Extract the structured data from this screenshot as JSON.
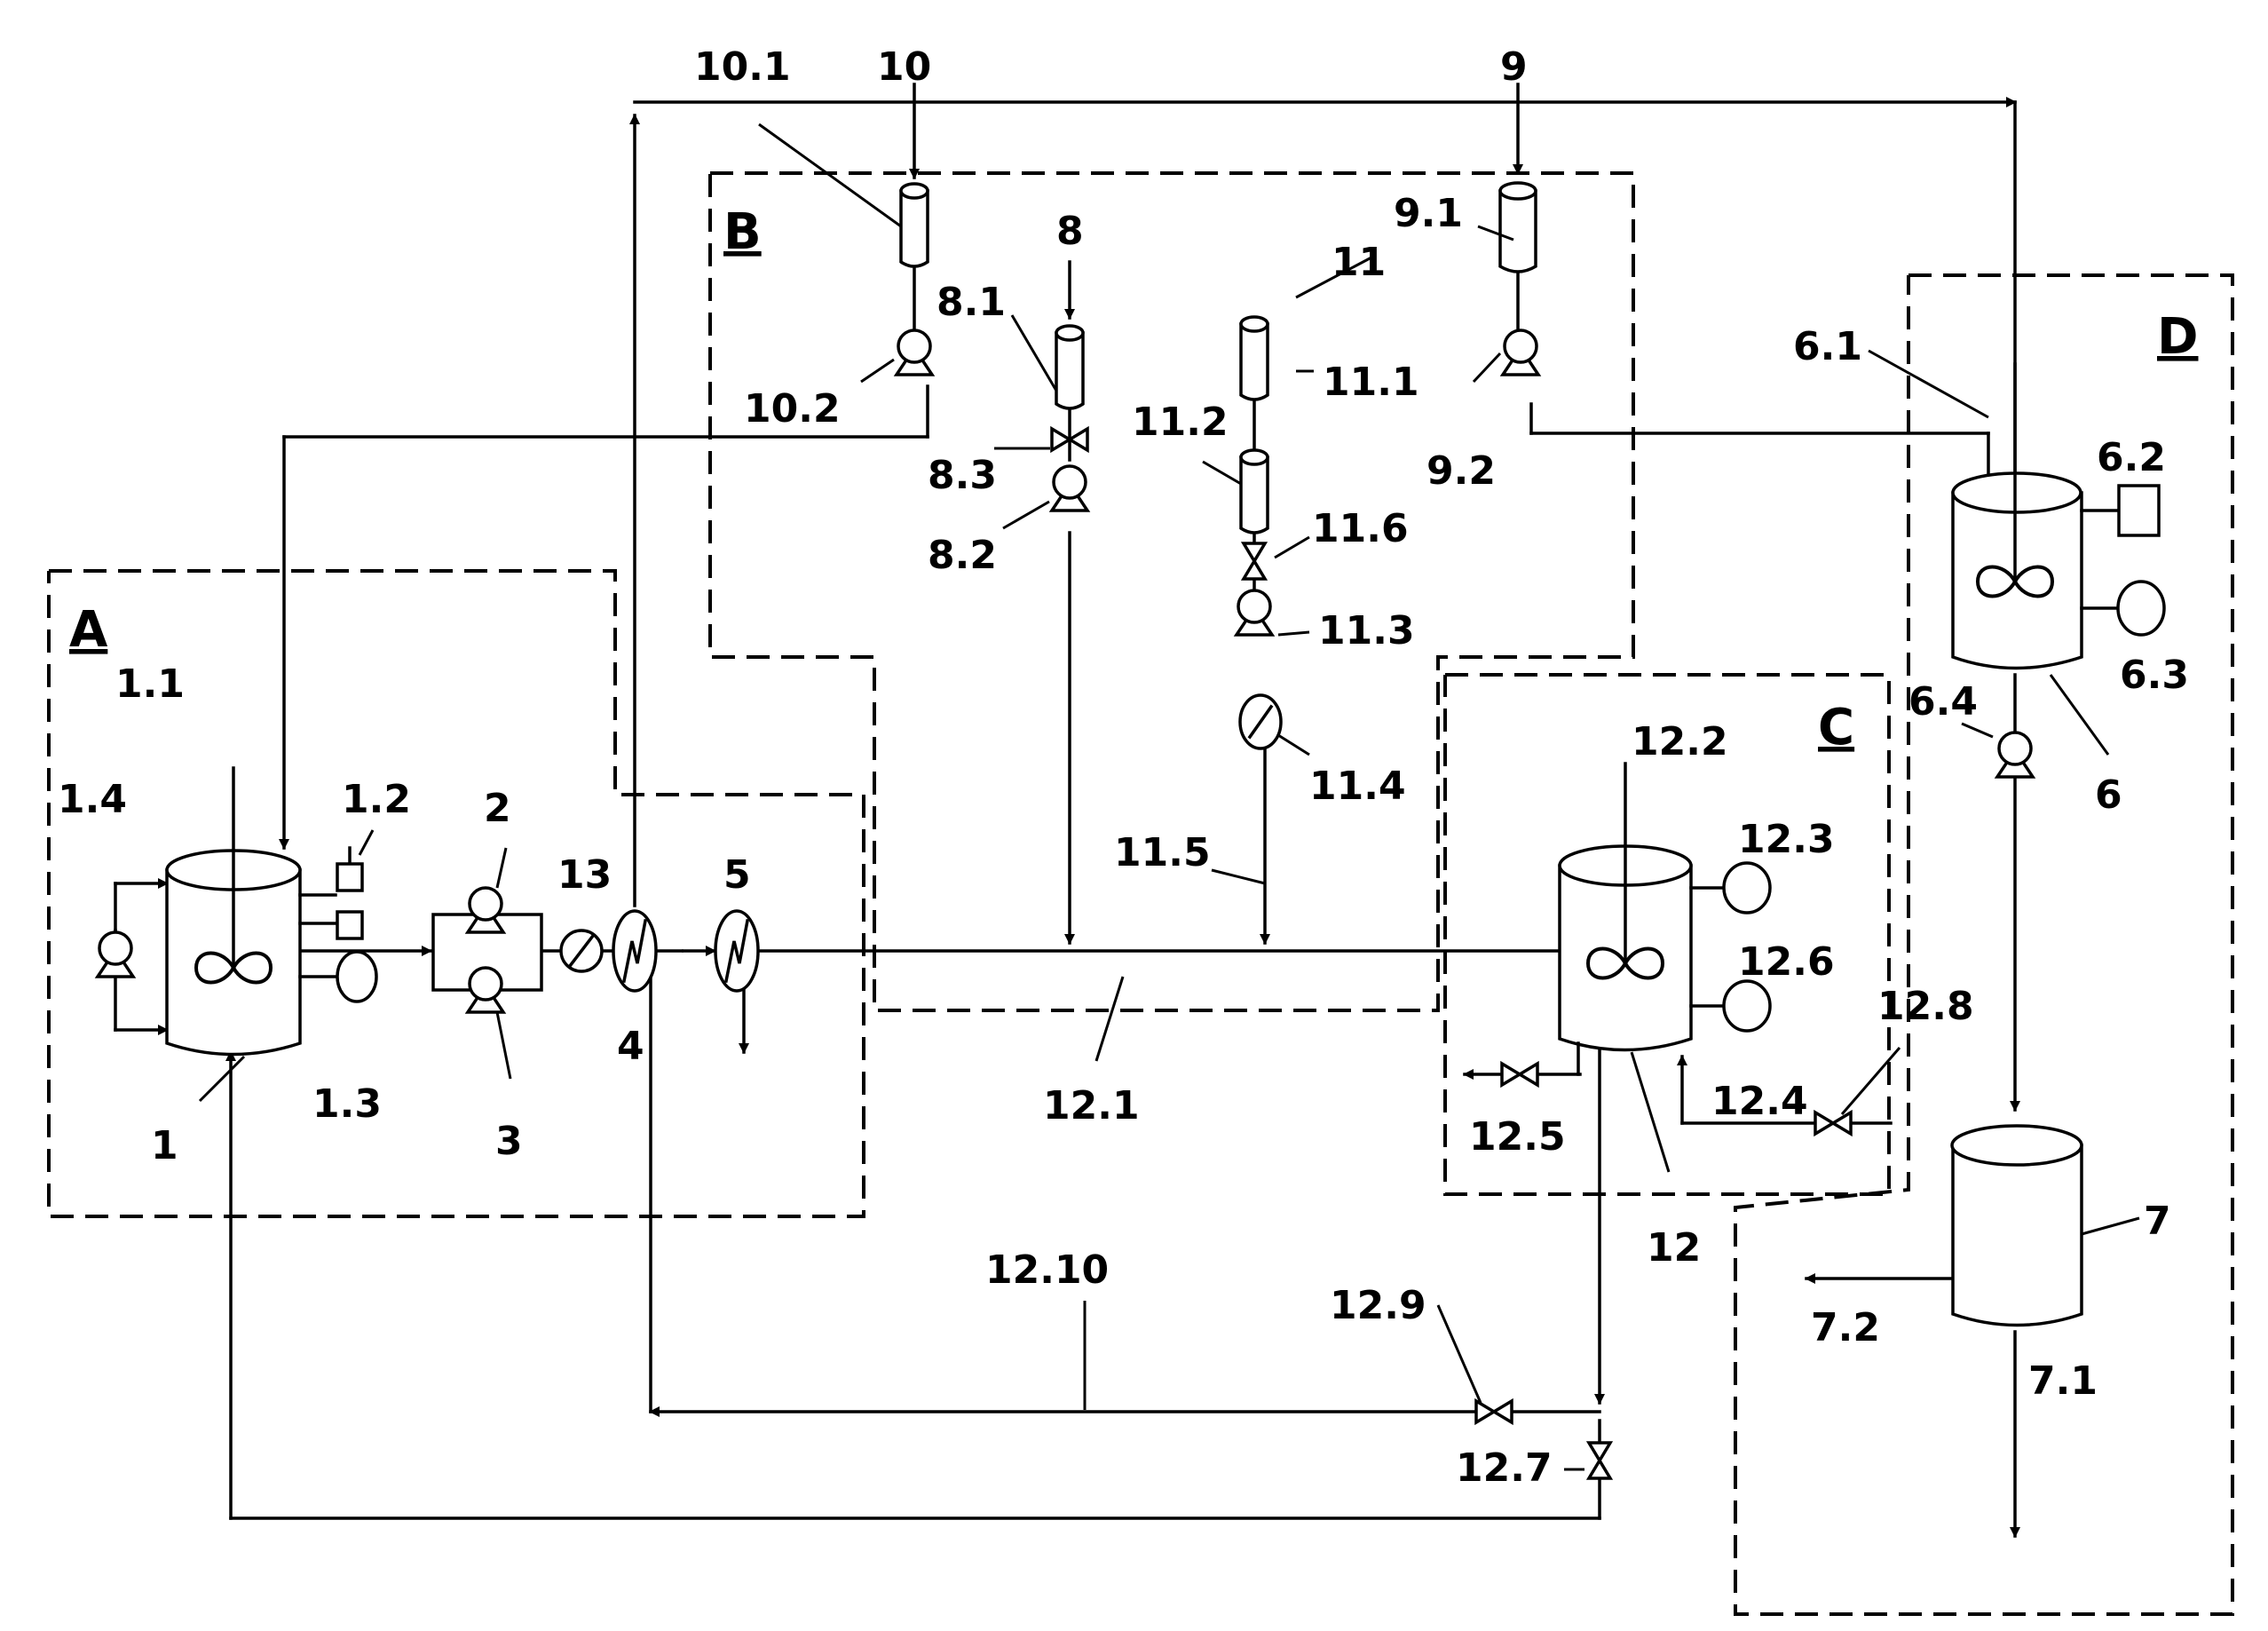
{
  "zones": {
    "A": "A",
    "B": "B",
    "C": "C",
    "D": "D"
  },
  "labels": {
    "n1": "1",
    "n1_1": "1.1",
    "n1_2": "1.2",
    "n1_3": "1.3",
    "n1_4": "1.4",
    "n2": "2",
    "n3": "3",
    "n4": "4",
    "n5": "5",
    "n6": "6",
    "n6_1": "6.1",
    "n6_2": "6.2",
    "n6_3": "6.3",
    "n6_4": "6.4",
    "n7": "7",
    "n7_1": "7.1",
    "n7_2": "7.2",
    "n8": "8",
    "n8_1": "8.1",
    "n8_2": "8.2",
    "n8_3": "8.3",
    "n9": "9",
    "n9_1": "9.1",
    "n9_2": "9.2",
    "n10": "10",
    "n10_1": "10.1",
    "n10_2": "10.2",
    "n11": "11",
    "n11_1": "11.1",
    "n11_2": "11.2",
    "n11_3": "11.3",
    "n11_4": "11.4",
    "n11_5": "11.5",
    "n11_6": "11.6",
    "n12": "12",
    "n12_1": "12.1",
    "n12_2": "12.2",
    "n12_3": "12.3",
    "n12_4": "12.4",
    "n12_5": "12.5",
    "n12_6": "12.6",
    "n12_7": "12.7",
    "n12_8": "12.8",
    "n12_9": "12.9",
    "n12_10": "12.10",
    "n13": "13"
  }
}
